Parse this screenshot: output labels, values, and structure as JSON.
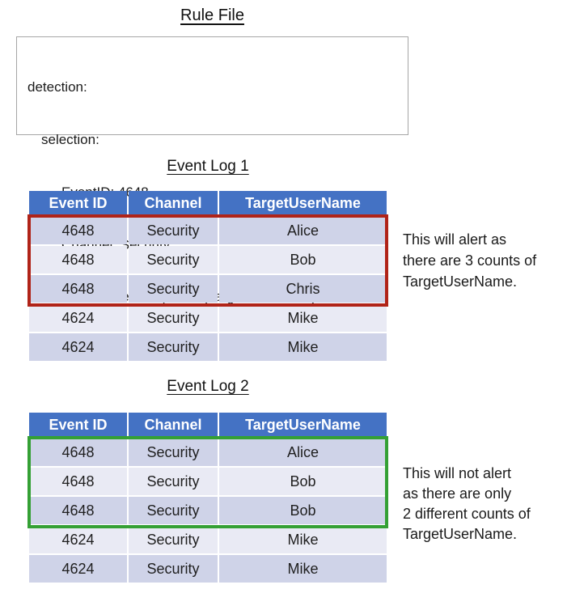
{
  "rule_file": {
    "title": "Rule File",
    "lines": [
      "detection:",
      "selection:",
      "EventID: 4648",
      "Channel: Security",
      "condition: selection | count(TargetUserName) >= 3"
    ]
  },
  "log1": {
    "title": "Event Log 1",
    "columns": [
      "Event ID",
      "Channel",
      "TargetUserName"
    ],
    "rows": [
      {
        "event_id": "4648",
        "channel": "Security",
        "target_user_name": "Alice"
      },
      {
        "event_id": "4648",
        "channel": "Security",
        "target_user_name": "Bob"
      },
      {
        "event_id": "4648",
        "channel": "Security",
        "target_user_name": "Chris"
      },
      {
        "event_id": "4624",
        "channel": "Security",
        "target_user_name": "Mike"
      },
      {
        "event_id": "4624",
        "channel": "Security",
        "target_user_name": "Mike"
      }
    ],
    "highlight": {
      "rows_covered": "1-3",
      "color": "#b02318",
      "meaning": "alert"
    },
    "note_lines": [
      "This will alert as",
      "there are 3 counts of",
      "TargetUserName."
    ]
  },
  "log2": {
    "title": "Event Log 2",
    "columns": [
      "Event ID",
      "Channel",
      "TargetUserName"
    ],
    "rows": [
      {
        "event_id": "4648",
        "channel": "Security",
        "target_user_name": "Alice"
      },
      {
        "event_id": "4648",
        "channel": "Security",
        "target_user_name": "Bob"
      },
      {
        "event_id": "4648",
        "channel": "Security",
        "target_user_name": "Bob"
      },
      {
        "event_id": "4624",
        "channel": "Security",
        "target_user_name": "Mike"
      },
      {
        "event_id": "4624",
        "channel": "Security",
        "target_user_name": "Mike"
      }
    ],
    "highlight": {
      "rows_covered": "1-3",
      "color": "#34a034",
      "meaning": "no-alert"
    },
    "note_lines": [
      "This will not alert",
      "as there are only",
      "2 different counts of",
      "TargetUserName."
    ]
  },
  "colors": {
    "table_header_bg": "#4472c4",
    "table_header_text": "#ffffff",
    "row_band_dark": "#cfd3e8",
    "row_band_light": "#e9eaf4",
    "alert_box_border": "#b02318",
    "no_alert_box_border": "#34a034",
    "rule_box_border": "#a6a6a6"
  }
}
